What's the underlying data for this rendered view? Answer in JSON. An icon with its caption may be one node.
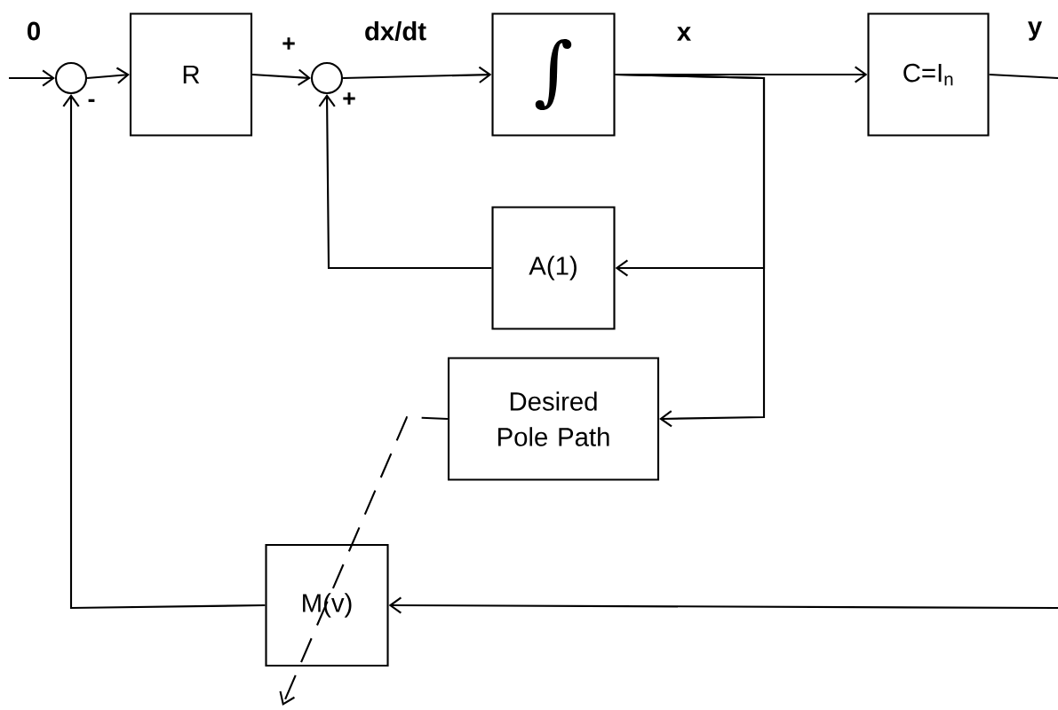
{
  "diagram": {
    "nodes": [
      {
        "text": [],
        "shape": "circle"
      },
      {
        "text": [
          "R"
        ]
      },
      {
        "text": [],
        "shape": "circle"
      },
      {
        "text": [
          "∫"
        ]
      },
      {
        "text": [
          "C=I$_{n}$"
        ]
      },
      {
        "text": [
          "A(1)"
        ]
      },
      {
        "text": [
          "Desired Pole Path"
        ]
      },
      {
        "text": [
          "M(v)"
        ]
      }
    ],
    "edges": [
      {
        "from": null,
        "to": 0,
        "arrow": "to",
        "label": "0"
      },
      {
        "from": 0,
        "to": 1,
        "arrow": "to"
      },
      {
        "from": 1,
        "to": 2,
        "arrow": "to"
      },
      {
        "from": 2,
        "to": 3,
        "arrow": "to",
        "label": "dx/dt"
      },
      {
        "from": 3,
        "to": 4,
        "arrow": "to",
        "label": "x"
      },
      {
        "from": 3,
        "to": 5,
        "arrow": "to"
      },
      {
        "from": 3,
        "to": 6,
        "arrow": "to"
      },
      {
        "from": 5,
        "to": 2,
        "arrow": "to"
      },
      {
        "from": 4,
        "to": null,
        "arrow": "none",
        "label": "y"
      },
      {
        "from": null,
        "to": 7,
        "arrow": "to"
      },
      {
        "from": 7,
        "to": 0,
        "arrow": "to"
      },
      {
        "from": 6,
        "to": null,
        "arrow": "to",
        "style": "dashed"
      }
    ],
    "labels": [
      "-",
      "+",
      "+"
    ]
  }
}
